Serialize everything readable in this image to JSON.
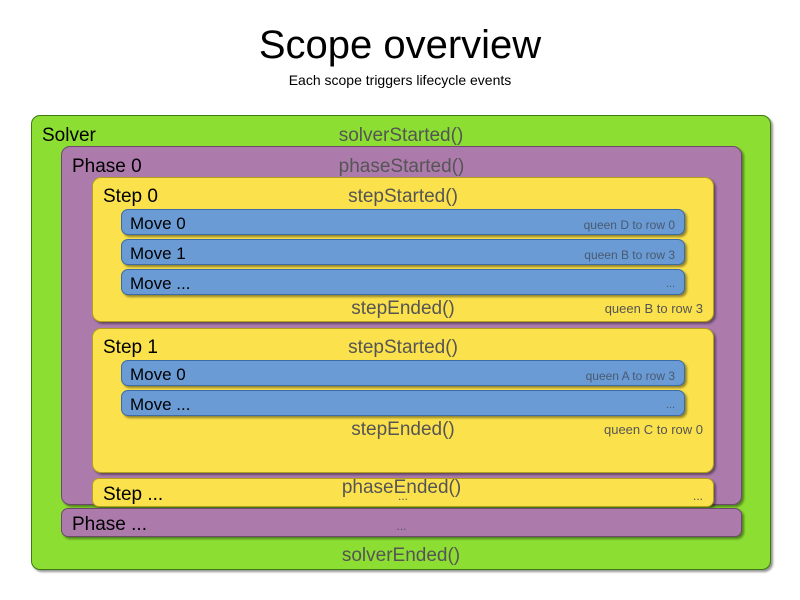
{
  "header": {
    "title": "Scope overview",
    "subtitle": "Each scope triggers lifecycle events"
  },
  "colors": {
    "solver": "#8CDE32",
    "phase": "#AC7BAC",
    "step": "#FBE14B",
    "move": "#6A9BD4",
    "event_text": "#555555",
    "name_text": "#000000",
    "background": "#ffffff"
  },
  "solver": {
    "name": "Solver",
    "started_event": "solverStarted()",
    "ended_event": "solverEnded()"
  },
  "phase": {
    "name": "Phase 0",
    "started_event": "phaseStarted()",
    "ended_event": "phaseEnded()",
    "ellipsis_name": "Phase ...",
    "ellipsis_event": "..."
  },
  "steps": [
    {
      "name": "Step 0",
      "started_event": "stepStarted()",
      "ended_event": "stepEnded()",
      "ended_detail": "queen B to row 3",
      "moves": [
        {
          "name": "Move 0",
          "detail": "queen D to row 0"
        },
        {
          "name": "Move 1",
          "detail": "queen B to row 3"
        },
        {
          "name": "Move ...",
          "detail": "..."
        }
      ]
    },
    {
      "name": "Step 1",
      "started_event": "stepStarted()",
      "ended_event": "stepEnded()",
      "ended_detail": "queen C to row 0",
      "moves": [
        {
          "name": "Move 0",
          "detail": "queen A to row 3"
        },
        {
          "name": "Move ...",
          "detail": "..."
        }
      ]
    }
  ],
  "step_ellipsis": {
    "name": "Step ...",
    "event": "...",
    "detail": "..."
  }
}
